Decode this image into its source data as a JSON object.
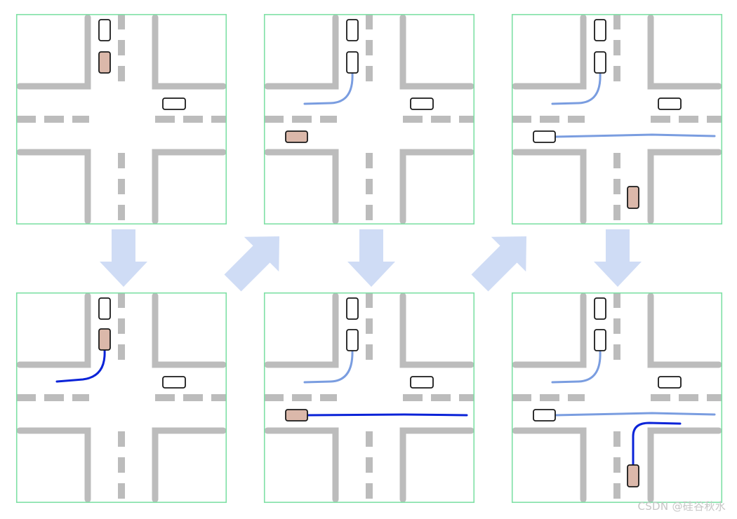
{
  "colors": {
    "panel_border": "#7fe0a5",
    "road_line": "#bcbcbc",
    "other_vehicle_fill": "#ffffff",
    "ego_vehicle_fill": "#dbb8aa",
    "vehicle_outline": "#1a1a1a",
    "past_trajectory": "#7a9de0",
    "current_trajectory": "#0a23d8",
    "flow_arrow": "#cfdcf5"
  },
  "flow_arrows": [
    {
      "from": "panel-1",
      "to": "panel-2",
      "direction": "down"
    },
    {
      "from": "panel-2",
      "to": "panel-3",
      "direction": "up-right"
    },
    {
      "from": "panel-3",
      "to": "panel-4",
      "direction": "down"
    },
    {
      "from": "panel-4",
      "to": "panel-5",
      "direction": "up-right"
    },
    {
      "from": "panel-5",
      "to": "panel-6",
      "direction": "down"
    }
  ],
  "watermark": {
    "text": "CSDN @硅谷秋水"
  }
}
